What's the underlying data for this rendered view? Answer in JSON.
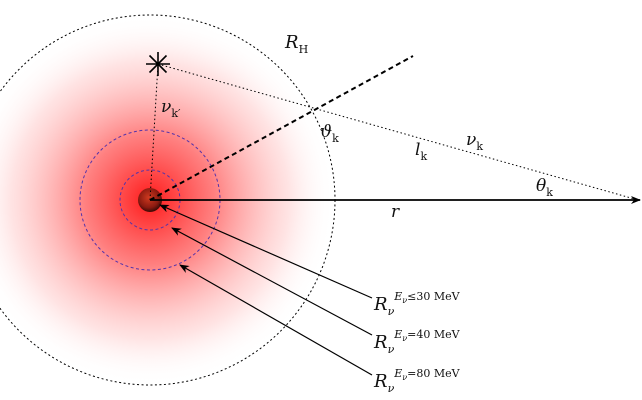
{
  "labels": {
    "horizon_radius": {
      "main": "R",
      "sub": "H"
    },
    "nu_kprime": {
      "main": "ν",
      "sub": "k′"
    },
    "theta_k_local": {
      "main": "ϑ",
      "sub": "k"
    },
    "l_k": {
      "main": "l",
      "sub": "k"
    },
    "nu_k": {
      "main": "ν",
      "sub": "k"
    },
    "theta_k": {
      "main": "θ",
      "sub": "k"
    },
    "r": {
      "main": "r"
    },
    "rnu30": {
      "main": "R",
      "sub": "ν",
      "sup": "E",
      "supsub": "ν",
      "rel": "≤30 MeV"
    },
    "rnu40": {
      "main": "R",
      "sub": "ν",
      "sup": "E",
      "supsub": "ν",
      "rel": "=40 MeV"
    },
    "rnu80": {
      "main": "R",
      "sub": "ν",
      "sup": "E",
      "supsub": "ν",
      "rel": "=80 MeV"
    }
  },
  "colors": {
    "core_red": "#ff0000",
    "core_dark": "#b01010",
    "neutrinosphere_circle": "#5533aa",
    "line": "#000000"
  }
}
